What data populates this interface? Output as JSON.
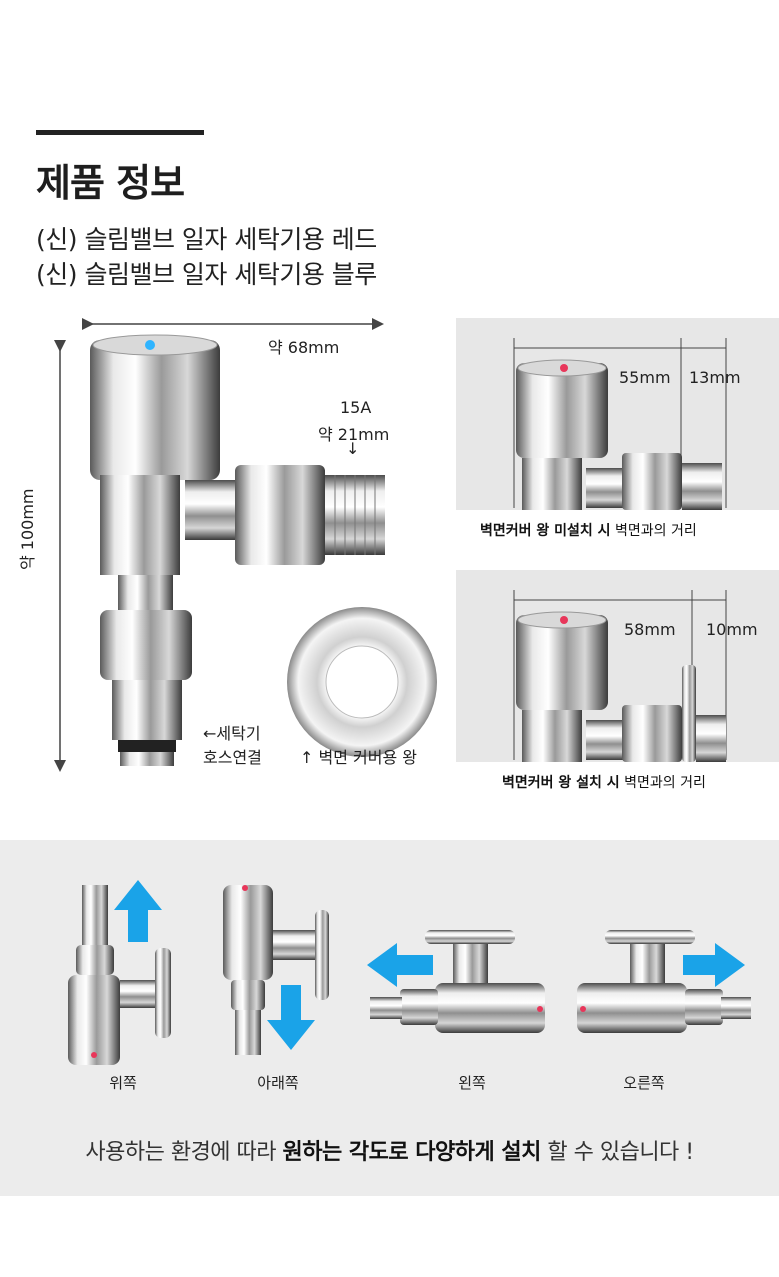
{
  "header": {
    "title": "제품 정보",
    "subtitle_1": "(신) 슬림밸브 일자 세탁기용 레드",
    "subtitle_2": "(신) 슬림밸브 일자 세탁기용 블루"
  },
  "main_diagram": {
    "width_label": "약 68mm",
    "height_label": "약 100mm",
    "thread_size": "15A",
    "thread_diameter": "약 21mm",
    "thread_arrow": "↓",
    "hose_label_1": "←세탁기",
    "hose_label_2": "호스연결",
    "cover_label": "↑ 벽면 커버용 왕"
  },
  "panel_top": {
    "dim_1": "55mm",
    "dim_2": "13mm",
    "caption_bold": "벽면커버 왕 미설치 시",
    "caption_rest": " 벽면과의 거리"
  },
  "panel_bottom": {
    "dim_1": "58mm",
    "dim_2": "10mm",
    "caption_bold": "벽면커버 왕 설치 시",
    "caption_rest": " 벽면과의 거리"
  },
  "directions": {
    "up": "위쪽",
    "down": "아래쪽",
    "left": "왼쪽",
    "right": "오른쪽"
  },
  "tagline": {
    "part_1": "사용하는 환경에 따라 ",
    "bold_1": "원하는 각도로 다양하게 설치",
    "part_2": " 할 수 있습니다 !"
  },
  "colors": {
    "arrow_blue": "#1aa3e8",
    "indicator_red": "#e8365a",
    "indicator_blue": "#2fb4ff",
    "panel_bg": "#e7e7e7",
    "band_bg": "#ececec"
  }
}
